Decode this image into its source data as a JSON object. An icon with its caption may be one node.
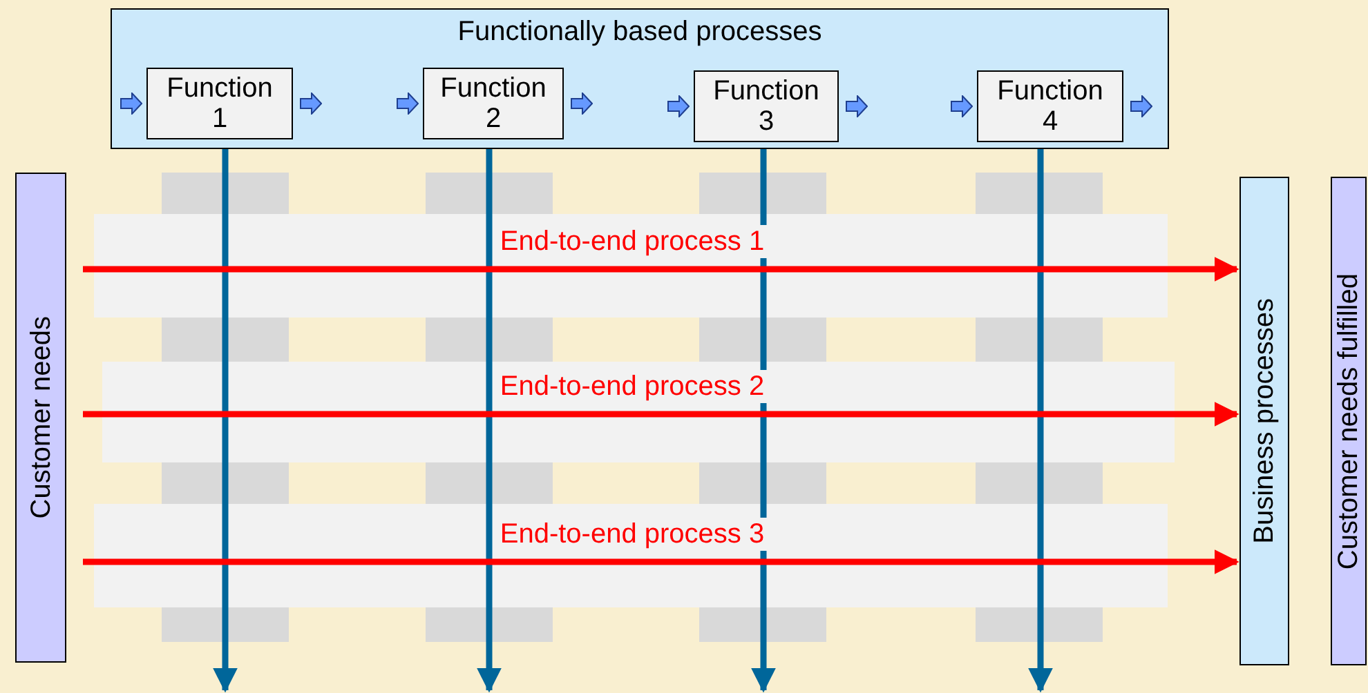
{
  "diagram": {
    "nodes": [
      {
        "text": [
          "Functionally based processes"
        ]
      },
      {
        "text": [
          "Function 1"
        ],
        "in": 0
      },
      {
        "text": [
          "Function 2"
        ],
        "in": 0
      },
      {
        "text": [
          "Function 3"
        ],
        "in": 0
      },
      {
        "text": [
          "Function 4"
        ],
        "in": 0
      },
      {
        "text": [
          "Customer needs"
        ]
      },
      {
        "text": [
          "Business processes"
        ]
      },
      {
        "text": [
          "Customer needs fulfilled"
        ]
      }
    ],
    "edges": [
      {
        "from": 1,
        "to": null,
        "arrow": "to",
        "color": "#00669a"
      },
      {
        "from": 2,
        "to": null,
        "arrow": "to",
        "color": "#00669a"
      },
      {
        "from": 3,
        "to": null,
        "arrow": "to",
        "color": "#00669a"
      },
      {
        "from": 4,
        "to": null,
        "arrow": "to",
        "color": "#00669a"
      },
      {
        "from": 5,
        "to": 6,
        "arrow": "to",
        "label": "End-to-end process 1",
        "color": "#ff0000"
      },
      {
        "from": 5,
        "to": 6,
        "arrow": "to",
        "label": "End-to-end process 2",
        "color": "#ff0000"
      },
      {
        "from": 5,
        "to": 6,
        "arrow": "to",
        "label": "End-to-end process 3",
        "color": "#ff0000"
      }
    ]
  }
}
